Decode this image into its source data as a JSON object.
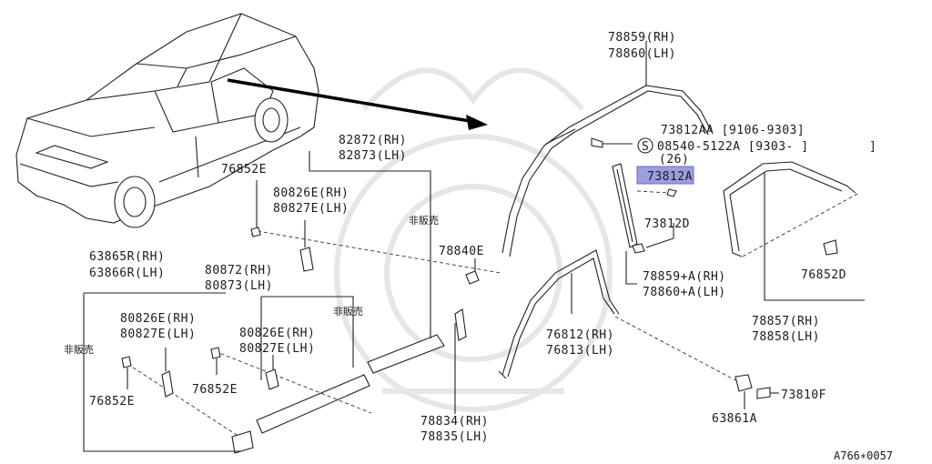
{
  "labels": {
    "l_78859_rh": "78859(RH)",
    "l_78860_lh": "78860(LH)",
    "l_73812aa": "73812AA [9106-9303]",
    "l_08540": "08540-5122A [9303-      ]",
    "l_26": "(26)",
    "l_73812a": "73812A",
    "l_73812d": "73812D",
    "l_78859a_rh": "78859+A(RH)",
    "l_78860a_lh": "78860+A(LH)",
    "l_76852d": "76852D",
    "l_78857_rh": "78857(RH)",
    "l_78858_lh": "78858(LH)",
    "l_76812_rh": "76812(RH)",
    "l_76813_lh": "76813(LH)",
    "l_73810f": "73810F",
    "l_63861a": "63861A",
    "l_82872_rh": "82872(RH)",
    "l_82873_lh": "82873(LH)",
    "l_76852e_top": "76852E",
    "l_80826e_rh_1": "80826E(RH)",
    "l_80827e_lh_1": "80827E(LH)",
    "l_hanbai_1": "非販売",
    "l_78840e": "78840E",
    "l_63865r_rh": "63865R(RH)",
    "l_63866r_lh": "63866R(LH)",
    "l_80872_rh": "80872(RH)",
    "l_80873_lh": "80873(LH)",
    "l_hanbai_2": "非販売",
    "l_80826e_rh_2": "80826E(RH)",
    "l_80827e_lh_2": "80827E(LH)",
    "l_80826e_rh_3": "80826E(RH)",
    "l_80827e_lh_3": "80827E(LH)",
    "l_hanbai_3": "非販売",
    "l_76852e_left": "76852E",
    "l_76852e_mid": "76852E",
    "l_78834_rh": "78834(RH)",
    "l_78835_lh": "78835(LH)",
    "footer_code": "A766∗0057",
    "screw_symbol": "S"
  },
  "colors": {
    "highlight": "#9b9ee0",
    "line": "#222222"
  }
}
